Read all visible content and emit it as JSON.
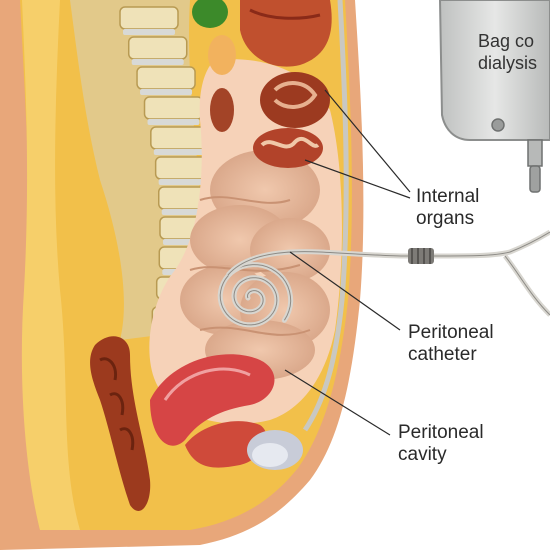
{
  "labels": {
    "bag_line1": "Bag co",
    "bag_line2": "dialysis",
    "internal_line1": "Internal",
    "internal_line2": "organs",
    "catheter_line1": "Peritoneal",
    "catheter_line2": "catheter",
    "cavity_line1": "Peritoneal",
    "cavity_line2": "cavity"
  },
  "colors": {
    "skin": "#e8a77a",
    "fat": "#f2c04a",
    "bone": "#efe2b8",
    "intestine": "#e3b79a",
    "organ_red": "#b83a22",
    "uterus": "#d64545",
    "bag": "#cfd0cf",
    "catheter": "#d8d6d0"
  }
}
